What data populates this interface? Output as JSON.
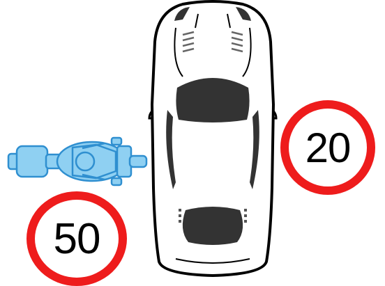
{
  "signs": [
    {
      "id": "speed-limit-20",
      "value": "20",
      "ring_color": "#ee1c1c"
    },
    {
      "id": "speed-limit-50",
      "value": "50",
      "ring_color": "#ee1c1c"
    }
  ],
  "vehicles": [
    {
      "id": "car",
      "icon": "car-top-view-icon",
      "color": "#ffffff",
      "outline": "#000000",
      "glass": "#333333"
    },
    {
      "id": "motorcycle",
      "icon": "motorcycle-top-view-icon",
      "color": "#8fd0f2",
      "outline": "#2f8fd0"
    }
  ]
}
